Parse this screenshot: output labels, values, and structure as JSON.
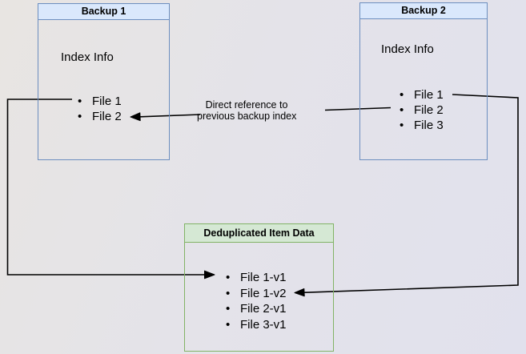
{
  "glyphs": {
    "bullet": "•"
  },
  "colors": {
    "page_bg_start": "#e8e5e2",
    "page_bg_mid": "#e4e3e9",
    "page_bg_end": "#e1e1ed",
    "blue_header_bg": "#dae8fc",
    "blue_border": "#6c8ebf",
    "green_header_bg": "#d5e8d4",
    "green_border": "#82b366",
    "arrow": "#000000",
    "text": "#000000"
  },
  "boxes": {
    "backup1": {
      "title": "Backup 1",
      "subtitle": "Index Info",
      "files": [
        "File 1",
        "File 2"
      ]
    },
    "backup2": {
      "title": "Backup 2",
      "subtitle": "Index Info",
      "files": [
        "File 1",
        "File 2",
        "File 3"
      ]
    },
    "dedup": {
      "title": "Deduplicated Item Data",
      "files": [
        "File 1-v1",
        "File 1-v2",
        "File 2-v1",
        "File 3-v1"
      ]
    }
  },
  "annotation": {
    "line1": "Direct reference to",
    "line2": "previous backup index"
  }
}
